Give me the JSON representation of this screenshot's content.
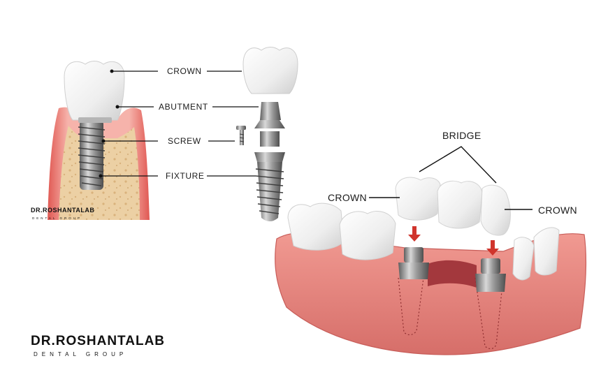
{
  "implant_labels": {
    "crown": "CROWN",
    "abutment": "ABUTMENT",
    "screw": "SCREW",
    "fixture": "FIXTURE"
  },
  "bridge_labels": {
    "bridge": "BRIDGE",
    "crown_left": "CROWN",
    "crown_right": "CROWN"
  },
  "brand": {
    "name": "DR.ROSHANTALAB",
    "tagline": "DENTAL GROUP"
  },
  "colors": {
    "gum": "#e7867e",
    "gum_dark": "#c85d59",
    "bone": "#e9c99b",
    "tooth": "#f4f4f4",
    "metal": "#8f8f8f",
    "arrow": "#d0342c"
  }
}
